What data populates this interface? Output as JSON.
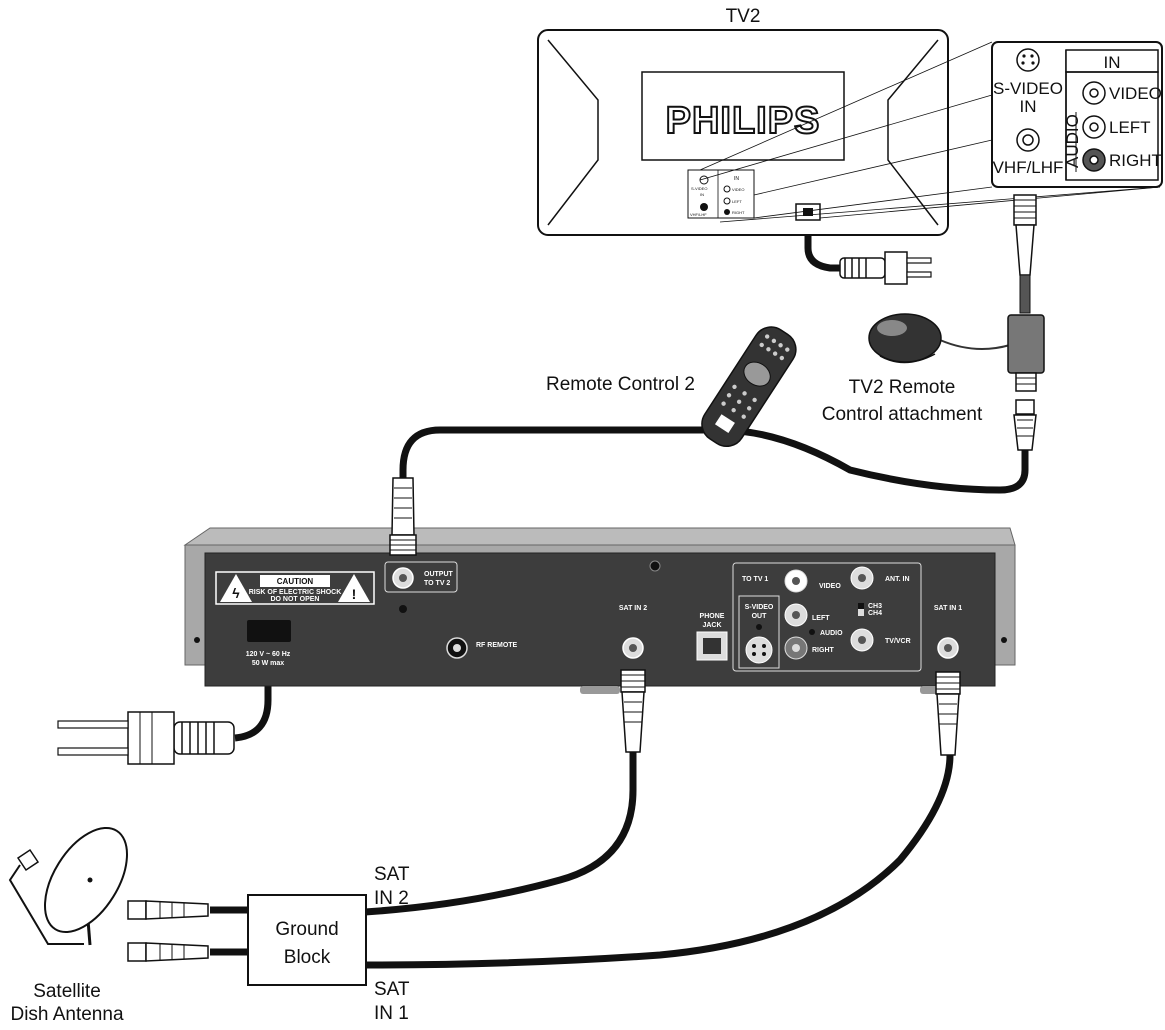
{
  "labels": {
    "tv_title": "TV2",
    "tv_brand": "PHILIPS",
    "panel_in": "IN",
    "panel_svideo": "S-VIDEO",
    "panel_svideo_in": "IN",
    "panel_video": "VIDEO",
    "panel_left": "LEFT",
    "panel_right": "RIGHT",
    "panel_audio": "AUDIO",
    "panel_vhf": "VHF/LHF",
    "remote_control": "Remote Control 2",
    "tv2_remote_line1": "TV2 Remote",
    "tv2_remote_line2": "Control attachment",
    "ground_line1": "Ground",
    "ground_line2": "Block",
    "satin2_line1": "SAT",
    "satin2_line2": "IN 2",
    "satin1_line1": "SAT",
    "satin1_line2": "IN 1",
    "dish_line1": "Satellite",
    "dish_line2": "Dish Antenna"
  },
  "receiver": {
    "caution": "CAUTION",
    "caution_sub1": "RISK OF ELECTRIC SHOCK",
    "caution_sub2": "DO NOT OPEN",
    "output_line1": "OUTPUT",
    "output_line2": "TO TV 2",
    "rf_remote": "RF REMOTE",
    "sat_in_2": "SAT IN 2",
    "phone_line1": "PHONE",
    "phone_line2": "JACK",
    "to_tv1": "TO TV 1",
    "video": "VIDEO",
    "ant_in": "ANT. IN",
    "svideo_line1": "S-VIDEO",
    "svideo_line2": "OUT",
    "left": "LEFT",
    "right": "RIGHT",
    "audio": "AUDIO",
    "ch3": "CH3",
    "ch4": "CH4",
    "tv_vcr": "TV/VCR",
    "sat_in_1": "SAT IN 1",
    "power_line1": "120 V ~ 60 Hz",
    "power_line2": "50 W max"
  },
  "mini_panel": {
    "in": "IN",
    "svideo": "S-VIDEO",
    "svideo_in": "IN",
    "video": "VIDEO",
    "left": "LEFT",
    "right": "RIGHT",
    "vhf": "VHF/LHF"
  }
}
